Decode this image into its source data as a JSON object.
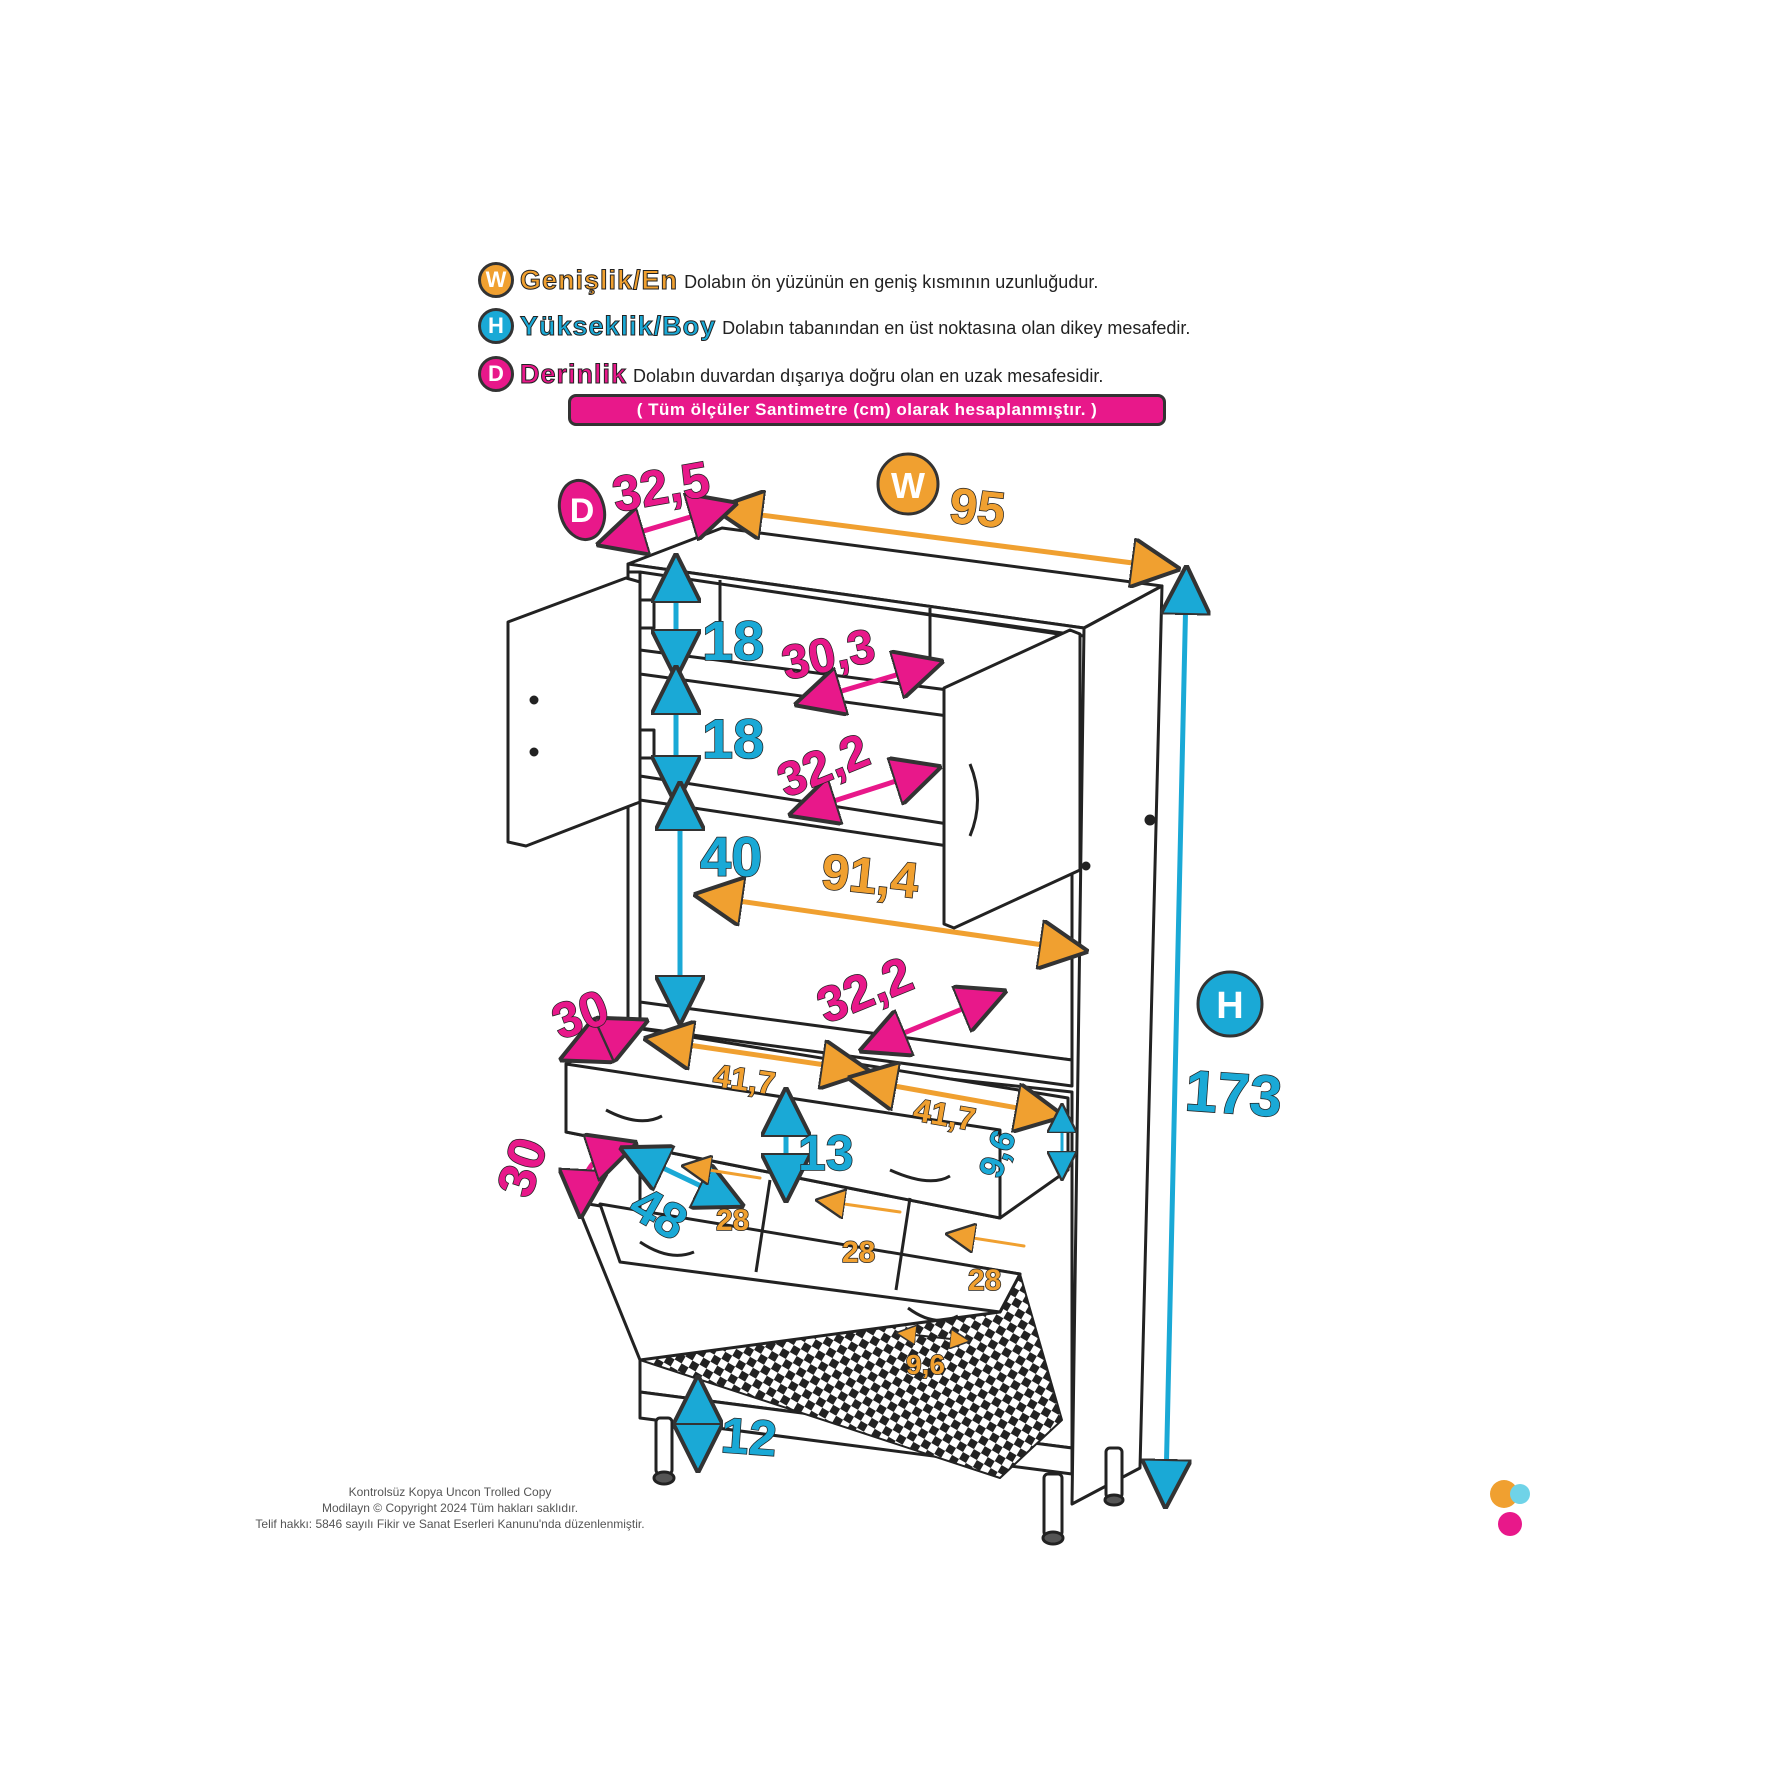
{
  "legend": {
    "width": {
      "badge": "W",
      "term": "Genişlik/En",
      "description": "Dolabın ön yüzünün en geniş kısmının uzunluğudur.",
      "color": "#f0a030"
    },
    "height": {
      "badge": "H",
      "term": "Yükseklik/Boy",
      "description": "Dolabın tabanından en üst noktasına olan dikey mesafedir.",
      "color": "#1aa9d6"
    },
    "depth": {
      "badge": "D",
      "term": "Derinlik",
      "description": "Dolabın duvardan dışarıya doğru olan en uzak mesafesidir.",
      "color": "#e8188a"
    },
    "note": "( Tüm ölçüler Santimetre (cm) olarak hesaplanmıştır. )"
  },
  "dimensions": {
    "depth_badge": "D",
    "depth": "32,5",
    "width_badge": "W",
    "width": "95",
    "height_badge": "H",
    "height": "173",
    "shelf1_height": "18",
    "shelf1_depth": "30,3",
    "shelf2_height": "18",
    "shelf2_depth": "32,2",
    "open_height": "40",
    "inner_width": "91,4",
    "open_depth": "32,2",
    "drawer_depth": "30",
    "drawer_width_left": "41,7",
    "drawer_width_right": "41,7",
    "drawer_height": "13",
    "drawer_inner_height": "9,6",
    "flap_depth": "30",
    "flap_width": "48",
    "shoe_left": "28",
    "shoe_mid": "28",
    "shoe_right": "28",
    "handle_width": "9,6",
    "leg_height": "12"
  },
  "copyright": {
    "line1": "Kontrolsüz Kopya Uncon Trolled Copy",
    "line2": "Modilayn © Copyright 2024 Tüm hakları saklıdır.",
    "line3": "Telif hakkı: 5846 sayılı Fikir ve Sanat Eserleri Kanunu'nda düzenlenmiştir."
  },
  "colors": {
    "orange": "#f0a030",
    "cyan": "#1aa9d6",
    "magenta": "#e8188a",
    "outline": "#333333"
  }
}
